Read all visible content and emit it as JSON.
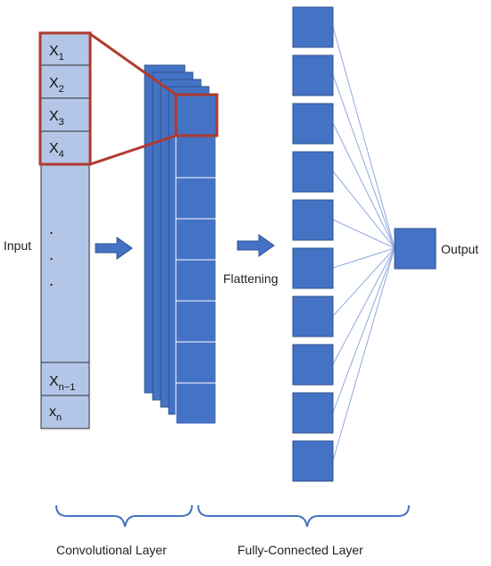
{
  "labels": {
    "input": "Input",
    "flattening": "Flattening",
    "output": "Output",
    "convolutional_layer": "Convolutional Layer",
    "fully_connected_layer": "Fully-Connected Layer"
  },
  "input_cells": {
    "x1": {
      "base": "X",
      "sub": "1"
    },
    "x2": {
      "base": "X",
      "sub": "2"
    },
    "x3": {
      "base": "X",
      "sub": "3"
    },
    "x4": {
      "base": "X",
      "sub": "4"
    },
    "xn_minus_1": {
      "base": "X",
      "sub": "n−1"
    },
    "xn": {
      "base": "x",
      "sub": "n"
    }
  },
  "ellipsis_dots": [
    ".",
    ".",
    "."
  ],
  "fully_connected_node_count": 10,
  "colors": {
    "input_fill": "#b4c6e7",
    "node_fill": "#4472c4",
    "node_stroke": "#2f528f",
    "highlight": "#b03a2e",
    "brace": "#4472c4",
    "connection": "#8eaadb"
  }
}
